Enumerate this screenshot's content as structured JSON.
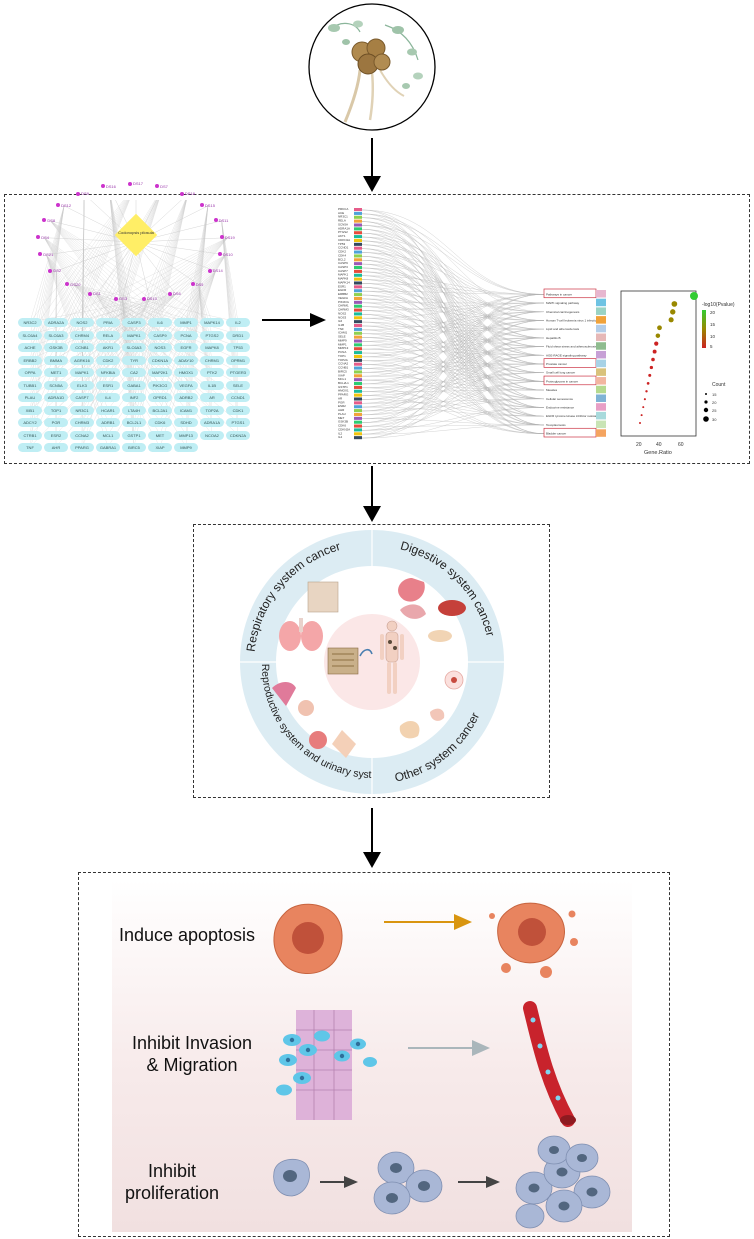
{
  "network_panel": {
    "center_node": "Codonopsis pilosula",
    "compound_nodes": [
      "DS17",
      "DS7",
      "DS18",
      "DS15",
      "DS11",
      "DS19",
      "DS10",
      "DS14",
      "DS5",
      "DS6",
      "DS13",
      "DS3",
      "DS1",
      "DS20",
      "DS2",
      "DS21",
      "DS4",
      "DS8",
      "DS12",
      "DS9",
      "DS16"
    ],
    "target_rows": [
      [
        "NR3C2",
        "ADRA2A",
        "NOS2",
        "PRIA",
        "CASP3",
        "IL6",
        "MMP1",
        "MAPK14",
        "IL2"
      ],
      [
        "SLC6A4",
        "SLC6A3",
        "CHRM4",
        "RELA",
        "MAPK1",
        "CASP9",
        "PCNA",
        "PTGS2",
        "DRD1"
      ],
      [
        "ACHE",
        "GSK3B",
        "CCNB1",
        "AKR1",
        "SLC6A3",
        "NOS3",
        "EGFR",
        "MAPK8",
        "TP53"
      ],
      [
        "ERBB2",
        "BMMA",
        "AGRK16",
        "CDK2",
        "TYR",
        "CDKN1A",
        "ADAY10",
        "CHRM1",
        "OPRM1"
      ],
      [
        "OPPA",
        "MET1",
        "MAPK1",
        "NFKBIA",
        "CA2",
        "MAP2K1",
        "HMOX1",
        "PTK2",
        "PTGER3"
      ],
      [
        "TUBB1",
        "SCN5A",
        "ELK3",
        "ESR1",
        "GABA1",
        "PIK3CG",
        "VEGFA",
        "IL1B",
        "SELE"
      ],
      [
        "PLAU",
        "ADRA1D",
        "CASP7",
        "IL4",
        "INF2",
        "OPRD1",
        "ADRB2",
        "AR",
        "CCND1"
      ],
      [
        "XIB1",
        "TOP1",
        "NR3C1",
        "HCAR1",
        "LTA4H",
        "BCL2A1",
        "ICAM1",
        "TOP2A",
        "CDK1"
      ],
      [
        "ADCY2",
        "PGR",
        "CHRM3",
        "ADRB1",
        "BCL2L1",
        "CDK6",
        "SDHD",
        "ADRA1A",
        "PTGS1"
      ],
      [
        "CTRB1",
        "ESR2",
        "CCNA2",
        "MCL1",
        "GSTP1",
        "MET",
        "MMP13",
        "NCOA2",
        "CDKN2A"
      ],
      [
        "TNF",
        "AHR",
        "PPARG",
        "GABRA1",
        "BIRC5",
        "XIAP",
        "MMP9",
        "",
        ""
      ]
    ]
  },
  "enrichment_panel": {
    "gene_labels": [
      "PRKCA",
      "ACE",
      "NR3C1",
      "RELA",
      "SCN5A",
      "ADRA1A",
      "PTGS2",
      "AKT1",
      "CDKN1A",
      "TP53",
      "CCND1",
      "CDK2",
      "CDK4",
      "BCL2",
      "CASP9",
      "CASP3",
      "CASP7",
      "MAPK1",
      "MAPK8",
      "MAPK14",
      "ESR1",
      "EGFR",
      "ERBB2",
      "VEGFA",
      "PIK3CG",
      "CHRM1",
      "CHRM3",
      "NOS2",
      "NOS3",
      "IL6",
      "IL1B",
      "TNF",
      "ICAM1",
      "SELE",
      "MMP9",
      "MMP1",
      "MMP13",
      "PCNA",
      "TOP1",
      "TOP2A",
      "CCNA2",
      "CCNB1",
      "BIRC5",
      "XIAP",
      "MCL1",
      "BCL2L1",
      "GSTP1",
      "HMOX1",
      "PPARG",
      "AR",
      "PGR",
      "ESR2",
      "AHR",
      "PLAU",
      "MET",
      "GSK3B",
      "CDK6",
      "CDKN2A",
      "IL2",
      "IL4"
    ],
    "pathways": [
      {
        "label": "Pathways in cancer",
        "color": "#e7b6cf",
        "highlight": true
      },
      {
        "label": "MAPK signaling pathway",
        "color": "#6fc3e3",
        "highlight": false
      },
      {
        "label": "Chemical carcinogenesis",
        "color": "#9ad3c4",
        "highlight": false
      },
      {
        "label": "Human T-cell leukemia virus 1 infection",
        "color": "#f0a23a",
        "highlight": false
      },
      {
        "label": "Lipid and atherosclerosis",
        "color": "#b3cde8",
        "highlight": false
      },
      {
        "label": "Hepatitis B",
        "color": "#e6b8b7",
        "highlight": false
      },
      {
        "label": "Fluid shear stress and atherosclerosis",
        "color": "#8fbc8f",
        "highlight": false
      },
      {
        "label": "AGE-RAGE signaling pathway",
        "color": "#c7a0d6",
        "highlight": false
      },
      {
        "label": "Prostate cancer",
        "color": "#a7d2e6",
        "highlight": true
      },
      {
        "label": "Small cell lung cancer",
        "color": "#d9c27b",
        "highlight": false
      },
      {
        "label": "Proteoglycans in cancer",
        "color": "#f2b6a0",
        "highlight": true
      },
      {
        "label": "Measles",
        "color": "#b5d98f",
        "highlight": false
      },
      {
        "label": "Cellular senescence",
        "color": "#7fb3d5",
        "highlight": false
      },
      {
        "label": "Endocrine resistance",
        "color": "#e89fc6",
        "highlight": false
      },
      {
        "label": "EGFR tyrosine kinase inhibitor resistance",
        "color": "#a8dadc",
        "highlight": false
      },
      {
        "label": "Toxoplasmosis",
        "color": "#c9e4b5",
        "highlight": false
      },
      {
        "label": "Bladder cancer",
        "color": "#f4a460",
        "highlight": true
      }
    ],
    "dot_plot": {
      "legend_title": "-log10(Pvalue)",
      "color_ticks": [
        "20",
        "15",
        "10",
        "5"
      ],
      "size_title": "Count",
      "size_ticks": [
        "15",
        "20",
        "25",
        "30"
      ],
      "x_ticks": [
        "20",
        "40",
        "60"
      ],
      "xlabel": "Gene.Ratio",
      "colors": {
        "high": "#33cc33",
        "mid": "#998800",
        "low": "#cc2222"
      }
    }
  },
  "cancer_wheel": {
    "respiratory": "Respiratory system cancer",
    "digestive": "Digestive system cancer",
    "reproductive": "Reproductive system and urinary system cancer",
    "other": "Other system cancer"
  },
  "effects": {
    "apoptosis": "Induce apoptosis",
    "invasion_line1": "Inhibit Invasion",
    "invasion_line2": "& Migration",
    "prolif_line1": "Inhibit",
    "prolif_line2": "proliferation"
  },
  "colors": {
    "arrow": "#000000",
    "network_node": "#bfeef4",
    "compound_node": "#cc33cc",
    "hub_node": "#ffee66",
    "wheel_ring": "#dcecf3",
    "apoptosis_cell": "#e8845f",
    "apoptosis_nucleus": "#c0513a",
    "apoptosis_arrow": "#d9950f",
    "invasion_arrow": "#aab6bb",
    "prolif_cell": "#a9b7d6",
    "prolif_nucleus": "#52667f",
    "prolif_arrow": "#444444"
  }
}
